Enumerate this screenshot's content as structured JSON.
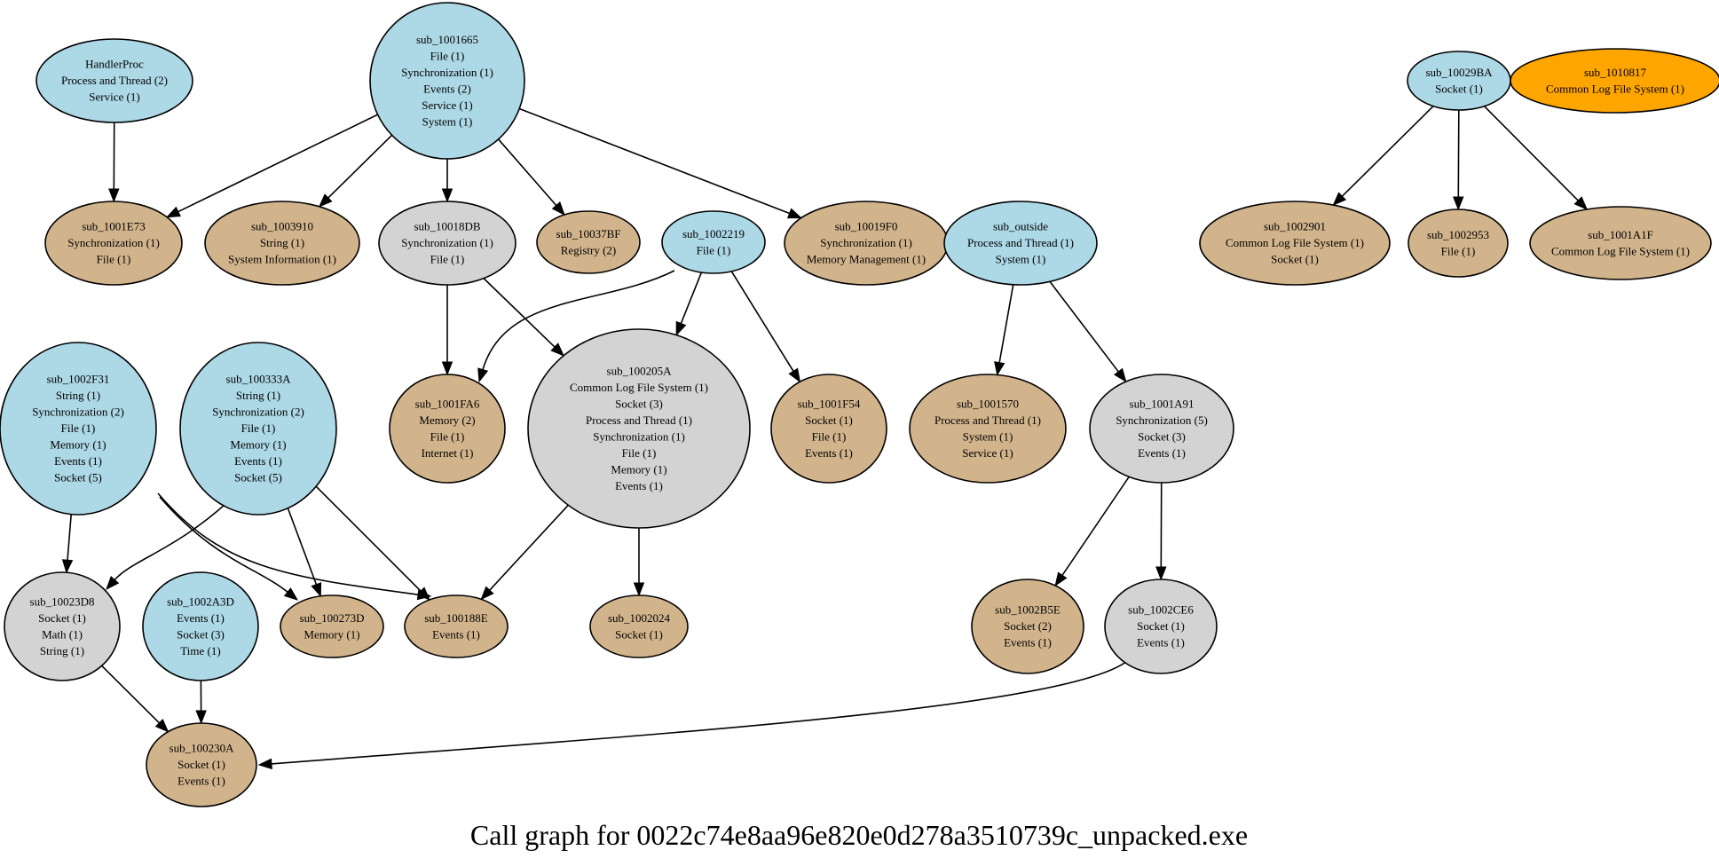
{
  "graph": {
    "caption": "Call graph for 0022c74e8aa96e820e0d278a3510739c_unpacked.exe",
    "node_colors": {
      "blue": "#add8e6",
      "tan": "#d2b48c",
      "gray": "#d3d3d3",
      "orange": "#ffa500",
      "border": "#000000"
    },
    "nodes": [
      {
        "id": "HandlerProc",
        "color": "blue",
        "lines": [
          "HandlerProc",
          "Process and Thread (2)",
          "Service (1)"
        ]
      },
      {
        "id": "sub_1001665",
        "color": "blue",
        "lines": [
          "sub_1001665",
          "File (1)",
          "Synchronization (1)",
          "Events (2)",
          "Service (1)",
          "System (1)"
        ]
      },
      {
        "id": "sub_10029BA",
        "color": "blue",
        "lines": [
          "sub_10029BA",
          "Socket (1)"
        ]
      },
      {
        "id": "sub_1010817",
        "color": "orange",
        "lines": [
          "sub_1010817",
          "Common Log File System (1)"
        ]
      },
      {
        "id": "sub_1001E73",
        "color": "tan",
        "lines": [
          "sub_1001E73",
          "Synchronization (1)",
          "File (1)"
        ]
      },
      {
        "id": "sub_1003910",
        "color": "tan",
        "lines": [
          "sub_1003910",
          "String (1)",
          "System Information (1)"
        ]
      },
      {
        "id": "sub_10018DB",
        "color": "gray",
        "lines": [
          "sub_10018DB",
          "Synchronization (1)",
          "File (1)"
        ]
      },
      {
        "id": "sub_10037BF",
        "color": "tan",
        "lines": [
          "sub_10037BF",
          "Registry (2)"
        ]
      },
      {
        "id": "sub_1002219",
        "color": "blue",
        "lines": [
          "sub_1002219",
          "File (1)"
        ]
      },
      {
        "id": "sub_10019F0",
        "color": "tan",
        "lines": [
          "sub_10019F0",
          "Synchronization (1)",
          "Memory Management (1)"
        ]
      },
      {
        "id": "sub_outside",
        "color": "blue",
        "lines": [
          "sub_outside",
          "Process and Thread (1)",
          "System (1)"
        ]
      },
      {
        "id": "sub_1002901",
        "color": "tan",
        "lines": [
          "sub_1002901",
          "Common Log File System (1)",
          "Socket (1)"
        ]
      },
      {
        "id": "sub_1002953",
        "color": "tan",
        "lines": [
          "sub_1002953",
          "File (1)"
        ]
      },
      {
        "id": "sub_1001A1F",
        "color": "tan",
        "lines": [
          "sub_1001A1F",
          "Common Log File System (1)"
        ]
      },
      {
        "id": "sub_1002F31",
        "color": "blue",
        "lines": [
          "sub_1002F31",
          "String (1)",
          "Synchronization (2)",
          "File (1)",
          "Memory (1)",
          "Events (1)",
          "Socket (5)"
        ]
      },
      {
        "id": "sub_100333A",
        "color": "blue",
        "lines": [
          "sub_100333A",
          "String (1)",
          "Synchronization (2)",
          "File (1)",
          "Memory (1)",
          "Events (1)",
          "Socket (5)"
        ]
      },
      {
        "id": "sub_1001FA6",
        "color": "tan",
        "lines": [
          "sub_1001FA6",
          "Memory (2)",
          "File (1)",
          "Internet (1)"
        ]
      },
      {
        "id": "sub_100205A",
        "color": "gray",
        "lines": [
          "sub_100205A",
          "Common Log File System (1)",
          "Socket (3)",
          "Process and Thread (1)",
          "Synchronization (1)",
          "File (1)",
          "Memory (1)",
          "Events (1)"
        ]
      },
      {
        "id": "sub_1001F54",
        "color": "tan",
        "lines": [
          "sub_1001F54",
          "Socket (1)",
          "File (1)",
          "Events (1)"
        ]
      },
      {
        "id": "sub_1001570",
        "color": "tan",
        "lines": [
          "sub_1001570",
          "Process and Thread (1)",
          "System (1)",
          "Service (1)"
        ]
      },
      {
        "id": "sub_1001A91",
        "color": "gray",
        "lines": [
          "sub_1001A91",
          "Synchronization (5)",
          "Socket (3)",
          "Events (1)"
        ]
      },
      {
        "id": "sub_10023D8",
        "color": "gray",
        "lines": [
          "sub_10023D8",
          "Socket (1)",
          "Math (1)",
          "String (1)"
        ]
      },
      {
        "id": "sub_1002A3D",
        "color": "blue",
        "lines": [
          "sub_1002A3D",
          "Events (1)",
          "Socket (3)",
          "Time (1)"
        ]
      },
      {
        "id": "sub_100273D",
        "color": "tan",
        "lines": [
          "sub_100273D",
          "Memory (1)"
        ]
      },
      {
        "id": "sub_100188E",
        "color": "tan",
        "lines": [
          "sub_100188E",
          "Events (1)"
        ]
      },
      {
        "id": "sub_1002024",
        "color": "tan",
        "lines": [
          "sub_1002024",
          "Socket (1)"
        ]
      },
      {
        "id": "sub_1002B5E",
        "color": "tan",
        "lines": [
          "sub_1002B5E",
          "Socket (2)",
          "Events (1)"
        ]
      },
      {
        "id": "sub_1002CE6",
        "color": "gray",
        "lines": [
          "sub_1002CE6",
          "Socket (1)",
          "Events (1)"
        ]
      },
      {
        "id": "sub_100230A",
        "color": "tan",
        "lines": [
          "sub_100230A",
          "Socket (1)",
          "Events (1)"
        ]
      }
    ],
    "edges": [
      {
        "from": "HandlerProc",
        "to": "sub_1001E73"
      },
      {
        "from": "sub_1001665",
        "to": "sub_1001E73"
      },
      {
        "from": "sub_1001665",
        "to": "sub_1003910"
      },
      {
        "from": "sub_1001665",
        "to": "sub_10018DB"
      },
      {
        "from": "sub_1001665",
        "to": "sub_10037BF"
      },
      {
        "from": "sub_1001665",
        "to": "sub_10019F0"
      },
      {
        "from": "sub_10029BA",
        "to": "sub_1002901"
      },
      {
        "from": "sub_10029BA",
        "to": "sub_1002953"
      },
      {
        "from": "sub_10029BA",
        "to": "sub_1001A1F"
      },
      {
        "from": "sub_10018DB",
        "to": "sub_1001FA6"
      },
      {
        "from": "sub_10018DB",
        "to": "sub_100205A"
      },
      {
        "from": "sub_1002219",
        "to": "sub_1001FA6"
      },
      {
        "from": "sub_1002219",
        "to": "sub_100205A"
      },
      {
        "from": "sub_1002219",
        "to": "sub_1001F54"
      },
      {
        "from": "sub_outside",
        "to": "sub_1001570"
      },
      {
        "from": "sub_outside",
        "to": "sub_1001A91"
      },
      {
        "from": "sub_1002F31",
        "to": "sub_10023D8"
      },
      {
        "from": "sub_1002F31",
        "to": "sub_100273D"
      },
      {
        "from": "sub_1002F31",
        "to": "sub_100188E"
      },
      {
        "from": "sub_100333A",
        "to": "sub_10023D8"
      },
      {
        "from": "sub_100333A",
        "to": "sub_100273D"
      },
      {
        "from": "sub_100333A",
        "to": "sub_100188E"
      },
      {
        "from": "sub_100205A",
        "to": "sub_100188E"
      },
      {
        "from": "sub_100205A",
        "to": "sub_1002024"
      },
      {
        "from": "sub_1001A91",
        "to": "sub_1002B5E"
      },
      {
        "from": "sub_1001A91",
        "to": "sub_1002CE6"
      },
      {
        "from": "sub_10023D8",
        "to": "sub_100230A"
      },
      {
        "from": "sub_1002A3D",
        "to": "sub_100230A"
      },
      {
        "from": "sub_1002CE6",
        "to": "sub_100230A"
      }
    ]
  }
}
